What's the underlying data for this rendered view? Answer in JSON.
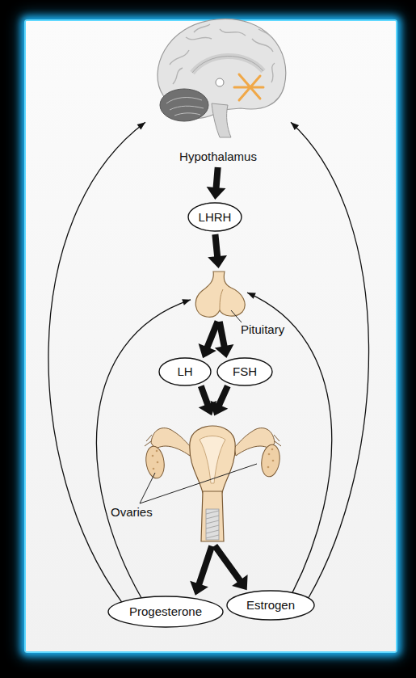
{
  "diagram": {
    "nodes": [
      {
        "text": [
          "Hypothalamus"
        ]
      },
      {
        "text": [
          "LHRH"
        ]
      },
      {
        "text": [
          "Pituitary"
        ]
      },
      {
        "text": [
          "LH"
        ]
      },
      {
        "text": [
          "FSH"
        ]
      },
      {
        "text": [
          "Ovaries"
        ]
      },
      {
        "text": [
          "Progesterone"
        ]
      },
      {
        "text": [
          "Estrogen"
        ]
      }
    ],
    "edges": [
      {
        "from": 0,
        "to": 1,
        "arrow": "to"
      },
      {
        "from": 1,
        "to": 2,
        "arrow": "to"
      },
      {
        "from": 2,
        "to": 3,
        "arrow": "to"
      },
      {
        "from": 2,
        "to": 4,
        "arrow": "to"
      },
      {
        "from": 3,
        "to": 5,
        "arrow": "to"
      },
      {
        "from": 4,
        "to": 5,
        "arrow": "to"
      },
      {
        "from": 5,
        "to": 6,
        "arrow": "to"
      },
      {
        "from": 5,
        "to": 7,
        "arrow": "to"
      },
      {
        "from": 6,
        "to": 0,
        "arrow": "to"
      },
      {
        "from": 6,
        "to": 2,
        "arrow": "to"
      },
      {
        "from": 7,
        "to": 0,
        "arrow": "to"
      },
      {
        "from": 7,
        "to": 2,
        "arrow": "to"
      }
    ]
  }
}
